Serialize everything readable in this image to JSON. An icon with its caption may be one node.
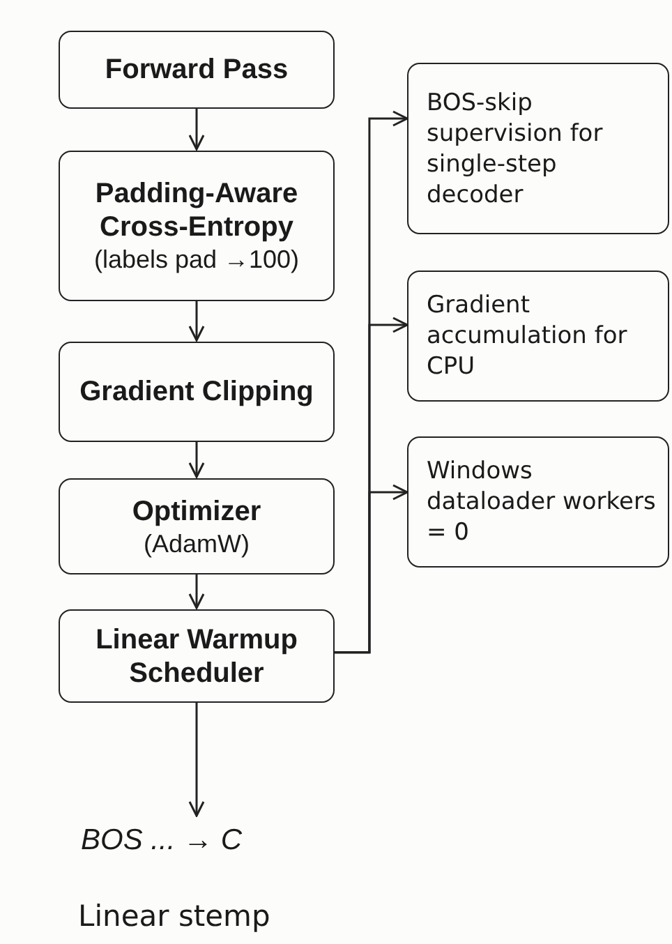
{
  "diagram": {
    "nodes": [
      {
        "text": [
          "Forward Pass"
        ]
      },
      {
        "text": [
          "Padding-Aware Cross-Entropy",
          "(labels pad →100)"
        ]
      },
      {
        "text": [
          "Gradient Clipping"
        ]
      },
      {
        "text": [
          "Optimizer",
          "(AdamW)"
        ]
      },
      {
        "text": [
          "Linear Warmup Scheduler"
        ]
      },
      {
        "text": [
          "BOS-skip supervision for single-step decoder"
        ]
      },
      {
        "text": [
          "Gradient accumulation for CPU"
        ]
      },
      {
        "text": [
          "Windows dataloader workers = 0"
        ]
      },
      {
        "text": [
          "BOS ... → C"
        ]
      }
    ],
    "edges": [
      {
        "from": 0,
        "to": 1,
        "arrow": "to"
      },
      {
        "from": 1,
        "to": 2,
        "arrow": "to"
      },
      {
        "from": 2,
        "to": 3,
        "arrow": "to"
      },
      {
        "from": 3,
        "to": 4,
        "arrow": "to"
      },
      {
        "from": 4,
        "to": 5,
        "arrow": "to"
      },
      {
        "from": 4,
        "to": 6,
        "arrow": "to"
      },
      {
        "from": 4,
        "to": 7,
        "arrow": "to"
      },
      {
        "from": 4,
        "to": 8,
        "arrow": "to"
      }
    ],
    "labels": [
      "Linear stemp"
    ]
  }
}
